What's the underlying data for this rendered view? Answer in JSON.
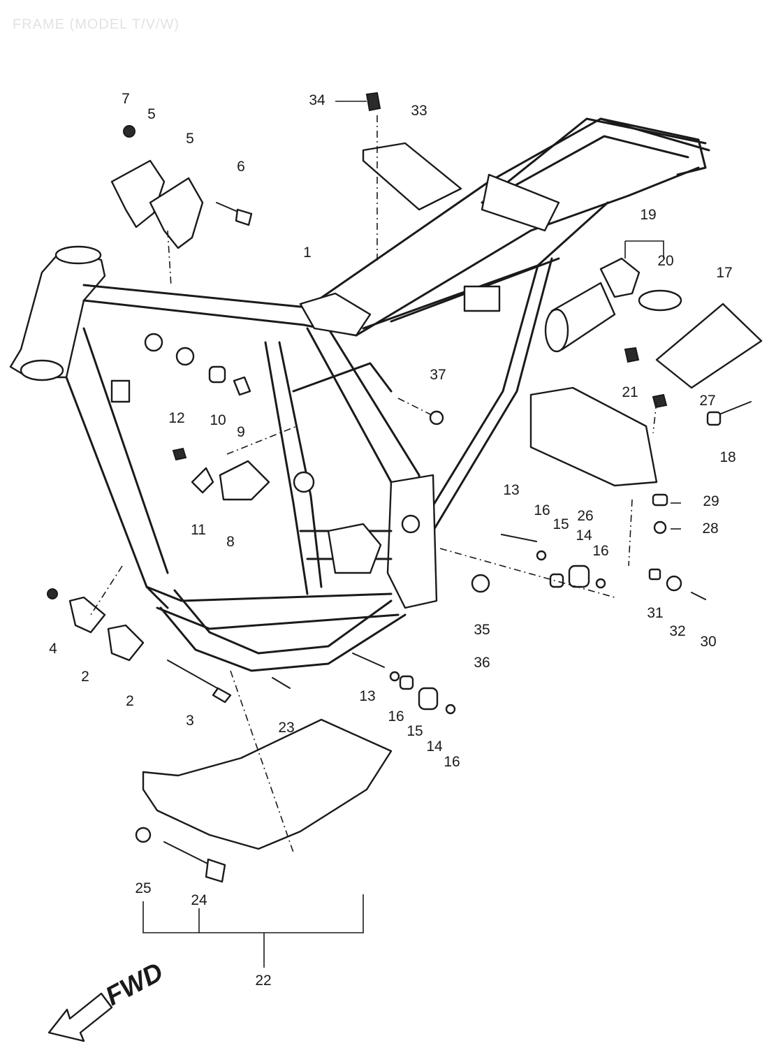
{
  "header": {
    "title": "FRAME (MODEL T/V/W)"
  },
  "fwd_label": "FWD",
  "callouts": [
    {
      "id": "c1",
      "label": "1"
    },
    {
      "id": "c2a",
      "label": "2"
    },
    {
      "id": "c2b",
      "label": "2"
    },
    {
      "id": "c3",
      "label": "3"
    },
    {
      "id": "c4",
      "label": "4"
    },
    {
      "id": "c5a",
      "label": "5"
    },
    {
      "id": "c5b",
      "label": "5"
    },
    {
      "id": "c6",
      "label": "6"
    },
    {
      "id": "c7",
      "label": "7"
    },
    {
      "id": "c8",
      "label": "8"
    },
    {
      "id": "c9",
      "label": "9"
    },
    {
      "id": "c10",
      "label": "10"
    },
    {
      "id": "c11",
      "label": "11"
    },
    {
      "id": "c12",
      "label": "12"
    },
    {
      "id": "c13a",
      "label": "13"
    },
    {
      "id": "c13b",
      "label": "13"
    },
    {
      "id": "c14a",
      "label": "14"
    },
    {
      "id": "c14b",
      "label": "14"
    },
    {
      "id": "c15a",
      "label": "15"
    },
    {
      "id": "c15b",
      "label": "15"
    },
    {
      "id": "c16a",
      "label": "16"
    },
    {
      "id": "c16b",
      "label": "16"
    },
    {
      "id": "c16c",
      "label": "16"
    },
    {
      "id": "c16d",
      "label": "16"
    },
    {
      "id": "c17",
      "label": "17"
    },
    {
      "id": "c18",
      "label": "18"
    },
    {
      "id": "c19",
      "label": "19"
    },
    {
      "id": "c20",
      "label": "20"
    },
    {
      "id": "c21",
      "label": "21"
    },
    {
      "id": "c22",
      "label": "22"
    },
    {
      "id": "c23",
      "label": "23"
    },
    {
      "id": "c24",
      "label": "24"
    },
    {
      "id": "c25",
      "label": "25"
    },
    {
      "id": "c26",
      "label": "26"
    },
    {
      "id": "c27",
      "label": "27"
    },
    {
      "id": "c28",
      "label": "28"
    },
    {
      "id": "c29",
      "label": "29"
    },
    {
      "id": "c30",
      "label": "30"
    },
    {
      "id": "c31",
      "label": "31"
    },
    {
      "id": "c32",
      "label": "32"
    },
    {
      "id": "c33",
      "label": "33"
    },
    {
      "id": "c34",
      "label": "34"
    },
    {
      "id": "c35",
      "label": "35"
    },
    {
      "id": "c36",
      "label": "36"
    },
    {
      "id": "c37",
      "label": "37"
    }
  ]
}
